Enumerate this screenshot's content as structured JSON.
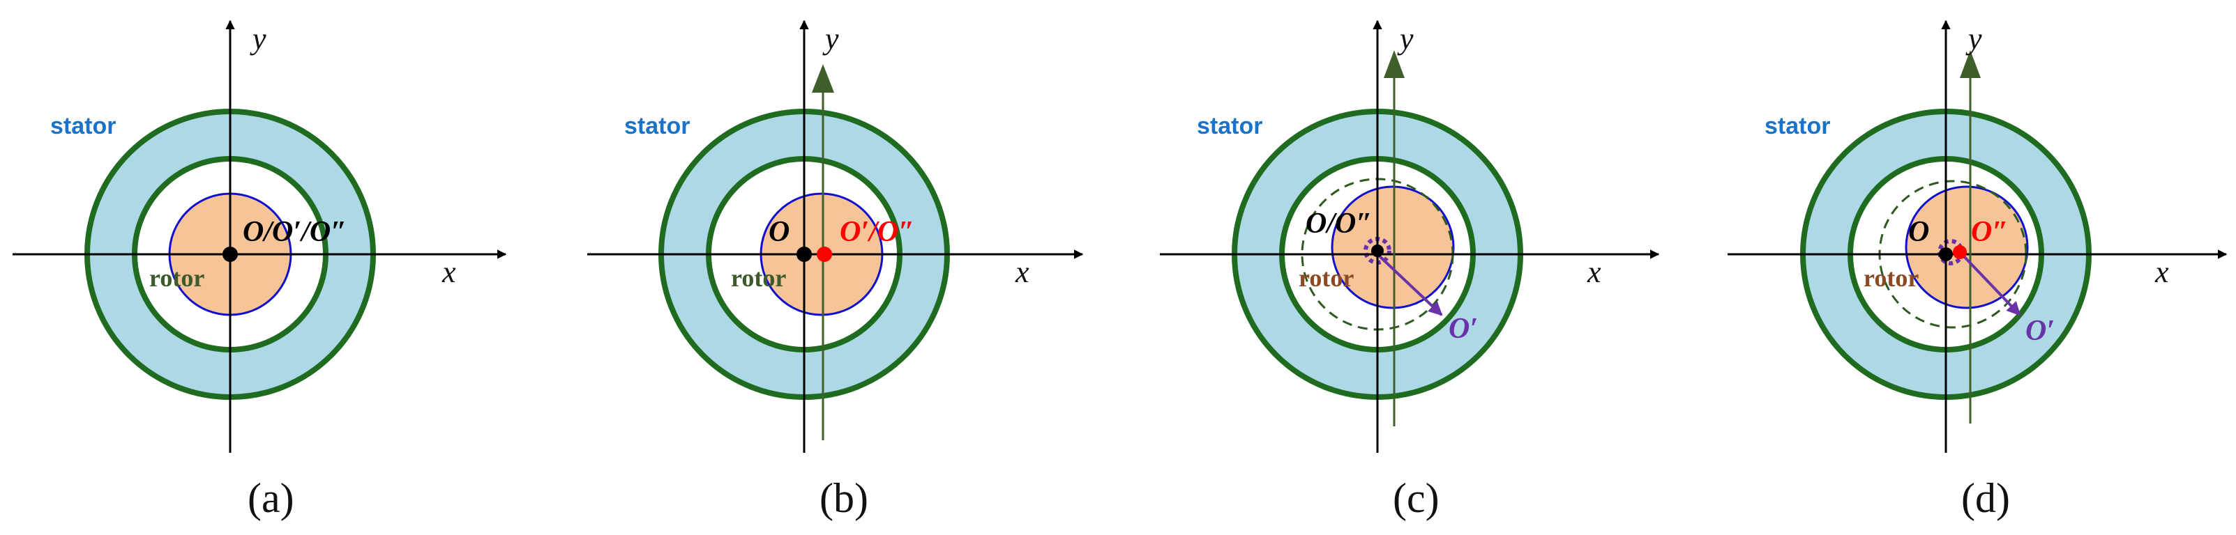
{
  "colors": {
    "stator_fill": "#add8e6",
    "ring_stroke": "#1f6b1f",
    "rotor_fill": "#f6c497",
    "rotor_stroke": "#1010cc",
    "axis": "#000000",
    "stator_label": "#1a73c8",
    "rotor_label_green": "#3d5a2a",
    "rotor_label_brown": "#8b4a24",
    "origin_black": "#000000",
    "origin_red": "#ff0000",
    "orbit_purple": "#6a32a8",
    "y_arrow_green": "#3f5f2a"
  },
  "panels": [
    {
      "id": "a",
      "caption": "(a)",
      "axis_x": "x",
      "axis_y": "y",
      "stator_label": "stator",
      "rotor_label": "rotor",
      "origin_label": "O/O′/O″",
      "origin_label_color": "black"
    },
    {
      "id": "b",
      "caption": "(b)",
      "axis_x": "x",
      "axis_y": "y",
      "stator_label": "stator",
      "rotor_label": "rotor",
      "origin_label": "O",
      "offset_label": "O′/O″"
    },
    {
      "id": "c",
      "caption": "(c)",
      "axis_x": "x",
      "axis_y": "y",
      "stator_label": "stator",
      "rotor_label": "rotor",
      "origin_label": "O/O″",
      "orbit_label": "O′"
    },
    {
      "id": "d",
      "caption": "(d)",
      "axis_x": "x",
      "axis_y": "y",
      "stator_label": "stator",
      "rotor_label": "rotor",
      "origin_label": "O",
      "offset_label": "O″",
      "orbit_label": "O′"
    }
  ]
}
